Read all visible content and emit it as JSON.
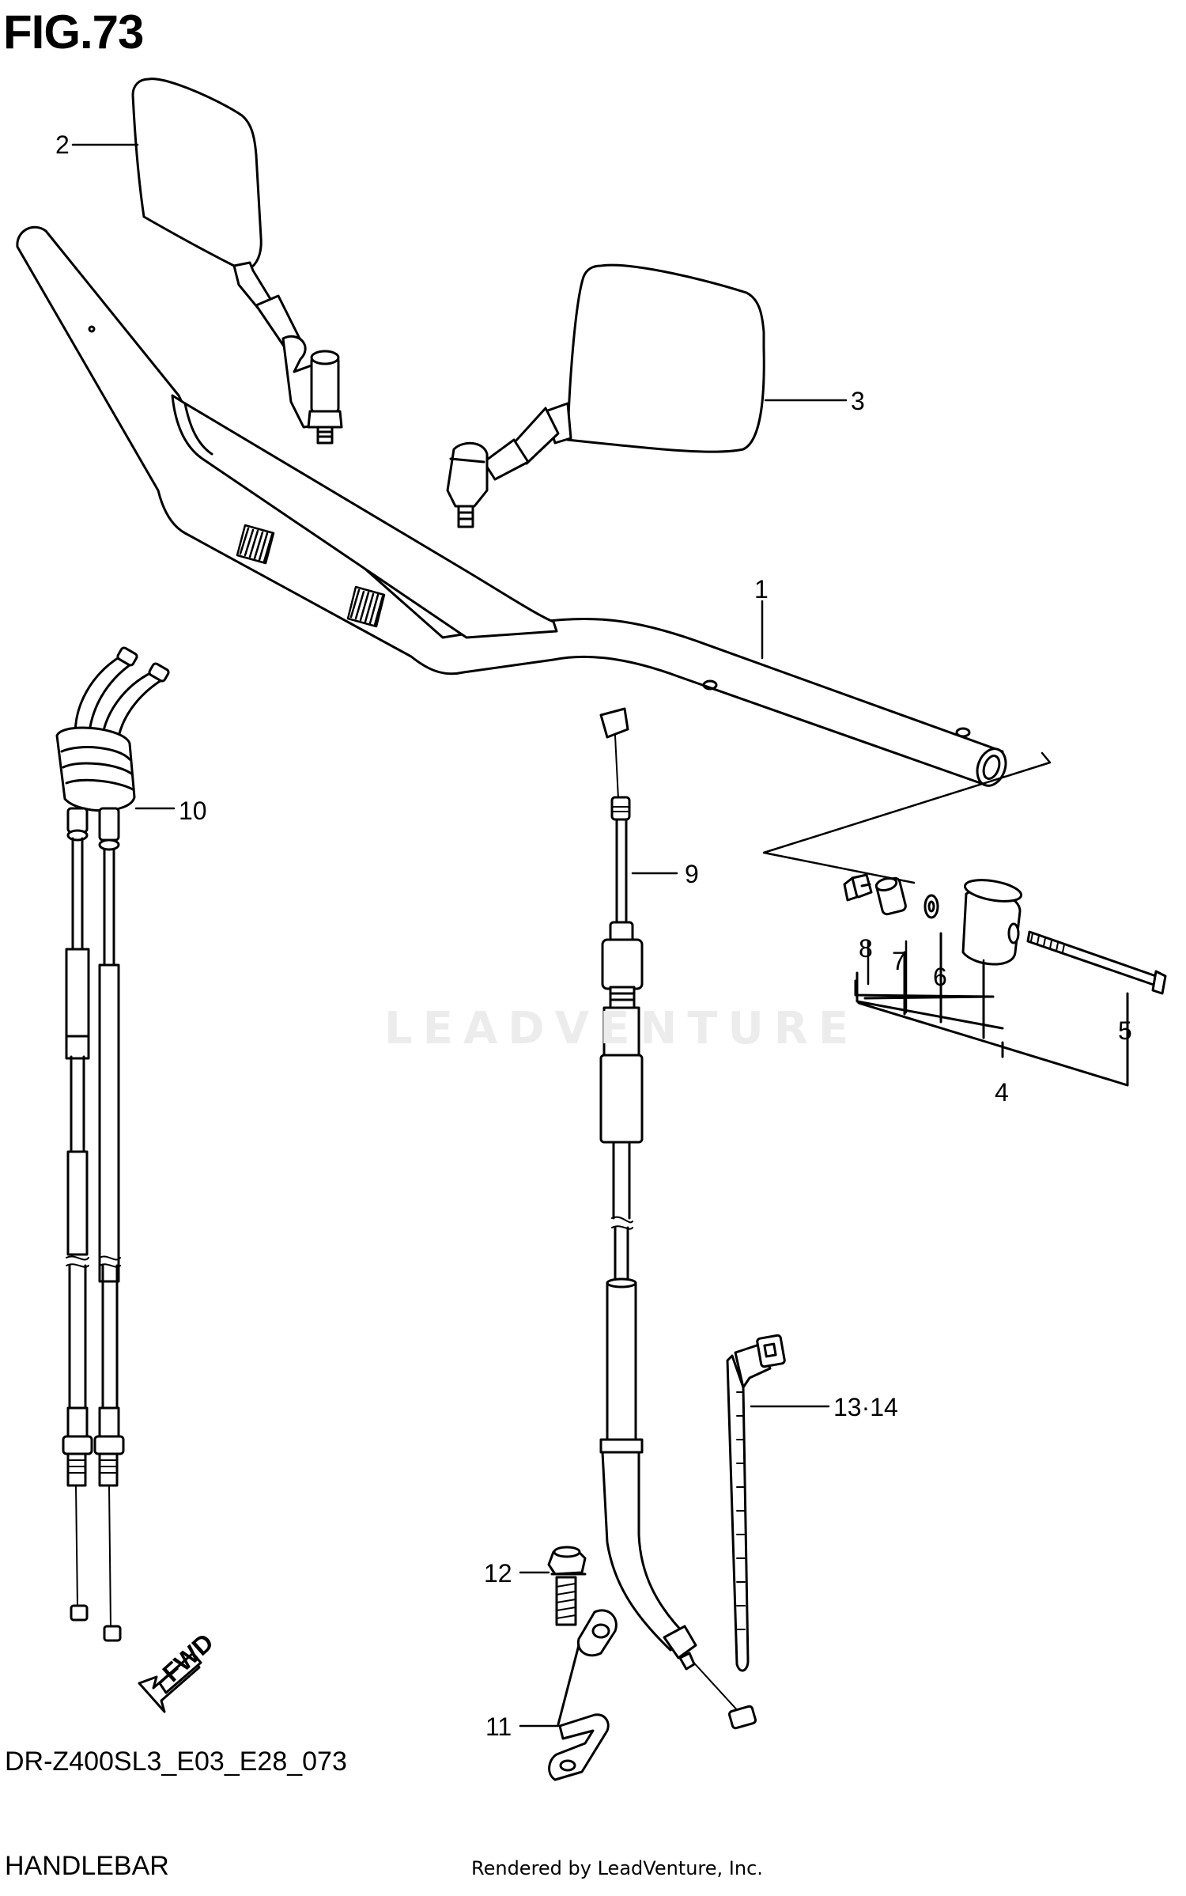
{
  "figure": {
    "title": "FIG.73",
    "model_code": "DR-Z400SL3_E03_E28_073",
    "section_name": "HANDLEBAR",
    "render_credit": "Rendered by LeadVenture, Inc.",
    "watermark": "LEADVENTURE"
  },
  "callouts": [
    {
      "id": "1",
      "label": "1"
    },
    {
      "id": "2",
      "label": "2"
    },
    {
      "id": "3",
      "label": "3"
    },
    {
      "id": "4",
      "label": "4"
    },
    {
      "id": "5",
      "label": "5"
    },
    {
      "id": "6",
      "label": "6"
    },
    {
      "id": "7",
      "label": "7"
    },
    {
      "id": "8",
      "label": "8"
    },
    {
      "id": "9",
      "label": "9"
    },
    {
      "id": "10",
      "label": "10"
    },
    {
      "id": "11",
      "label": "11"
    },
    {
      "id": "12",
      "label": "12"
    },
    {
      "id": "13-14",
      "label": "13·14"
    }
  ],
  "fwd_arrow": {
    "label": "FWD",
    "icon": "fwd-arrow-icon"
  }
}
